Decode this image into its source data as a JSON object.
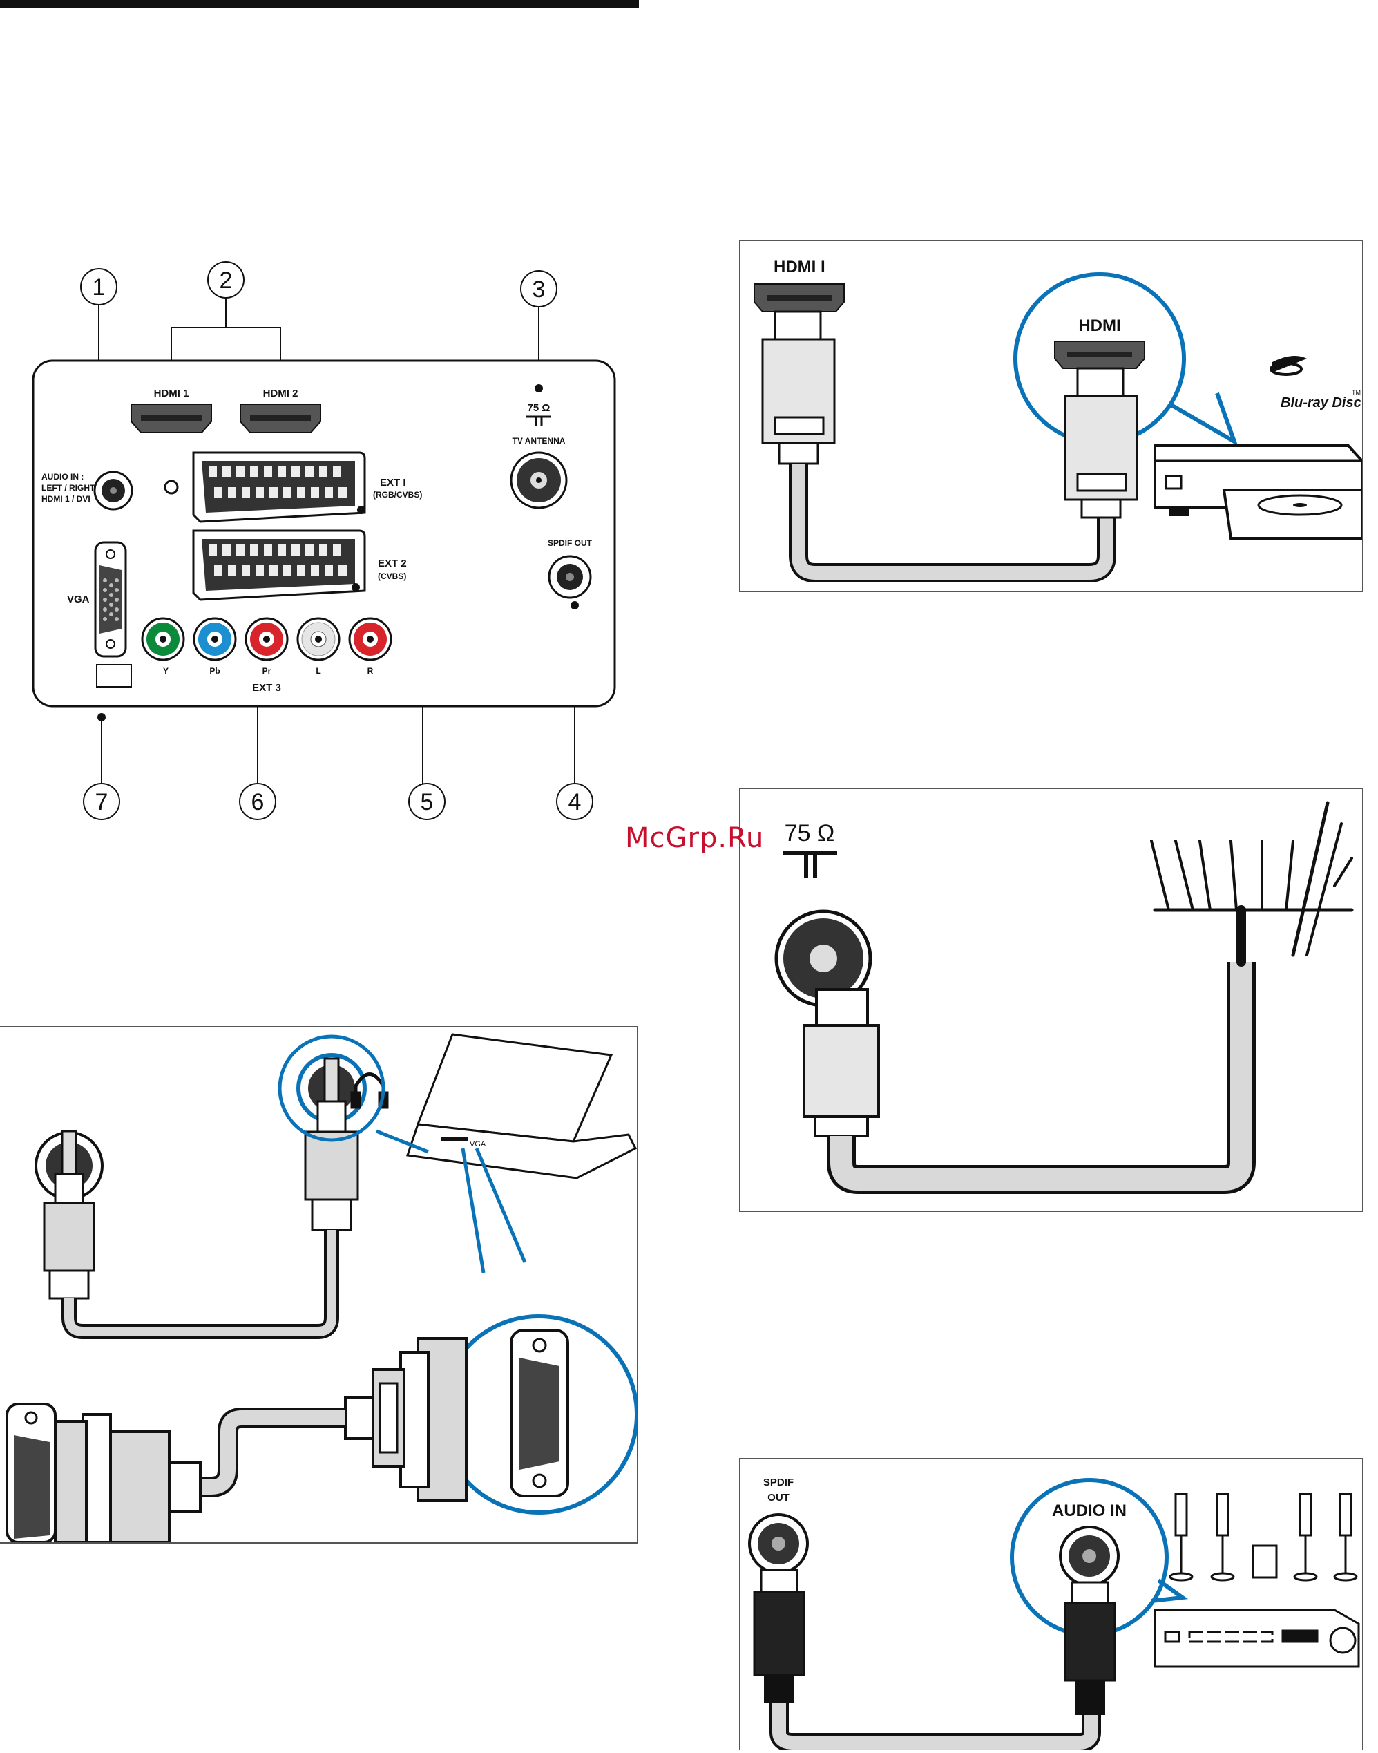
{
  "watermark": "McGrp.Ru",
  "panel": {
    "callouts": [
      "1",
      "2",
      "3",
      "4",
      "5",
      "6",
      "7"
    ],
    "labels": {
      "hdmi1": "HDMI 1",
      "hdmi2": "HDMI 2",
      "audio_in_1": "AUDIO IN :",
      "audio_in_2": "LEFT / RIGHT",
      "audio_in_3": "HDMI 1 / DVI",
      "ohm": "75 Ω",
      "tv_antenna": "TV ANTENNA",
      "ext1": "EXT  I",
      "ext1_sub": "(RGB/CVBS)",
      "ext2": "EXT 2",
      "ext2_sub": "(CVBS)",
      "spdif_out": "SPDIF OUT",
      "vga": "VGA",
      "ext3": "EXT 3",
      "y": "Y",
      "pb": "Pb",
      "pr": "Pr",
      "l": "L",
      "r": "R"
    }
  },
  "hdmi_diagram": {
    "hdmi1": "HDMI  I",
    "hdmi": "HDMI",
    "bluray": "Blu-ray Disc",
    "bluray_tm": "TM"
  },
  "antenna_diagram": {
    "ohm": "75 Ω"
  },
  "spdif_diagram": {
    "spdif_1": "SPDIF",
    "spdif_2": "OUT",
    "audio_in": "AUDIO IN"
  },
  "pc_diagram": {
    "vga_small": "VGA"
  },
  "colors": {
    "blue": "#0a73b8",
    "green": "#0a8a3a",
    "red": "#d7252b",
    "cable": "#d9d9d9"
  }
}
